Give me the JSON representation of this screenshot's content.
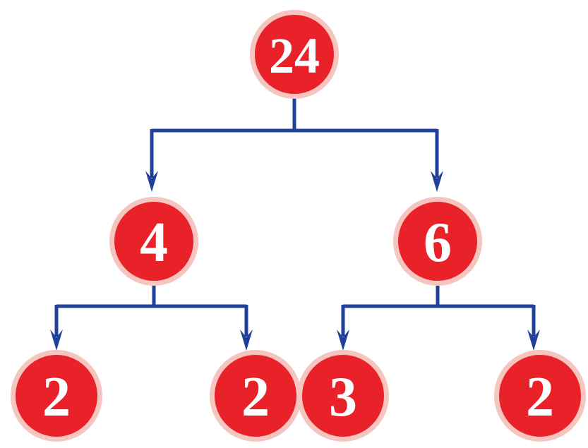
{
  "diagram_type": "factor-tree",
  "factor_tree": {
    "root": {
      "value": "24"
    },
    "level_1": [
      {
        "value": "4"
      },
      {
        "value": "6"
      }
    ],
    "level_2": [
      {
        "value": "2"
      },
      {
        "value": "2"
      },
      {
        "value": "3"
      },
      {
        "value": "2"
      }
    ],
    "edges": [
      {
        "from": "24",
        "to": "4"
      },
      {
        "from": "24",
        "to": "6"
      },
      {
        "from": "4",
        "to": "2"
      },
      {
        "from": "4",
        "to": "2"
      },
      {
        "from": "6",
        "to": "3"
      },
      {
        "from": "6",
        "to": "2"
      }
    ]
  },
  "colors": {
    "node_fill": "#e92128",
    "node_halo": "#f6c5bf",
    "number_text": "#ffffff",
    "connector": "#21409a",
    "background": "#ffffff"
  }
}
